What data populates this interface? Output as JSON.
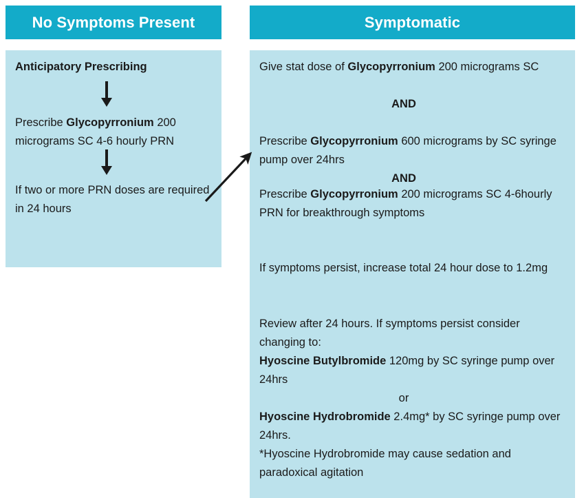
{
  "colors": {
    "header_background": "#13abc9",
    "header_text": "#ffffff",
    "panel_background": "#bce2ec",
    "body_text": "#1a1a1a",
    "arrow": "#1a1a1a"
  },
  "columns": [
    {
      "id": "no-symptoms",
      "header": "No Symptoms Present",
      "blocks": [
        {
          "id": "anticipatory-prescribing",
          "text": "Anticipatory Prescribing",
          "style": "bold"
        },
        {
          "id": "prescribe-glyco-prn",
          "text": "Prescribe Glycopyrronium 200 microgams SC 4-6 hourly PRN",
          "segments": [
            {
              "t": "Prescribe ",
              "b": false
            },
            {
              "t": "Glycopyrronium",
              "b": true
            },
            {
              "t": " 200 micrograms SC 4-6 hourly PRN",
              "b": false
            }
          ]
        },
        {
          "id": "two-or-more-prn",
          "text": "If two or more PRN doses are required in 24 hours",
          "segments": [
            {
              "t": "If two or more PRN doses are required in 24 hours",
              "b": false
            }
          ]
        }
      ],
      "arrows": [
        {
          "id": "arrow-anticipatory-to-prescribe",
          "kind": "down"
        },
        {
          "id": "arrow-prescribe-to-twoprn",
          "kind": "down"
        }
      ]
    },
    {
      "id": "symptomatic",
      "header": "Symptomatic",
      "blocks": [
        {
          "id": "give-stat-dose",
          "text": "Give stat dose of Glycopyrronium 200 micrograms SC",
          "segments": [
            {
              "t": "Give stat dose of ",
              "b": false
            },
            {
              "t": "Glycopyrronium",
              "b": true
            },
            {
              "t": " 200 micrograms SC",
              "b": false
            }
          ]
        },
        {
          "id": "connector-and-1",
          "text": "AND",
          "style": "bold center"
        },
        {
          "id": "prescribe-glyco-600",
          "text": "Prescribe Glycopyrronium 600 micrograms by SC syringe pump over 24hrs",
          "segments": [
            {
              "t": "Prescribe ",
              "b": false
            },
            {
              "t": "Glycopyrronium",
              "b": true
            },
            {
              "t": " 600 micrograms by SC syringe pump over 24hrs",
              "b": false
            }
          ]
        },
        {
          "id": "connector-and-2",
          "text": "AND",
          "style": "bold center"
        },
        {
          "id": "prescribe-glyco-200-breakthrough",
          "text": "Prescribe Glycopyrronium 200 micrograms SC 4-6hourly PRN for breakthrough symptoms",
          "segments": [
            {
              "t": "Prescribe ",
              "b": false
            },
            {
              "t": "Glycopyrronium",
              "b": true
            },
            {
              "t": " 200 micrograms SC 4-6hourly PRN for breakthrough symptoms",
              "b": false
            }
          ]
        },
        {
          "id": "increase-total-dose",
          "text": "If symptoms persist, increase total 24 hour dose to 1.2mg",
          "segments": [
            {
              "t": "If symptoms persist, increase total 24 hour dose to 1.2mg",
              "b": false
            }
          ]
        },
        {
          "id": "review-after-24-hours",
          "text": "Review after 24 hours. If symptoms persist consider changing to: Hyoscine Butylbromide 120mg by SC syringe pump over 24hrs",
          "segments": [
            {
              "t": "Review after 24 hours. If symptoms persist consider changing to:\n",
              "b": false
            },
            {
              "t": "Hyoscine Butylbromide",
              "b": true
            },
            {
              "t": " 120mg by SC syringe pump over 24hrs",
              "b": false
            }
          ]
        },
        {
          "id": "connector-or",
          "text": "or",
          "style": "center"
        },
        {
          "id": "hyoscine-hydrobromide",
          "text": "Hyoscine Hydrobromide 2.4mg* by SC syringe pump over 24hrs. *Hyoscine Hydrobromide may cause sedation and paradoxical agitation",
          "segments": [
            {
              "t": "Hyoscine Hydrobromide",
              "b": true
            },
            {
              "t": " 2.4mg* by SC syringe pump over 24hrs.\n*Hyoscine Hydrobromide may cause sedation and paradoxical agitation",
              "b": false
            }
          ]
        }
      ],
      "arrows": [
        {
          "id": "arrow-breakthrough-to-increase",
          "kind": "down"
        },
        {
          "id": "arrow-increase-to-review",
          "kind": "down"
        }
      ]
    }
  ],
  "cross_arrow": {
    "id": "arrow-no-symptoms-to-symptomatic",
    "kind": "diagonal-up-right"
  }
}
